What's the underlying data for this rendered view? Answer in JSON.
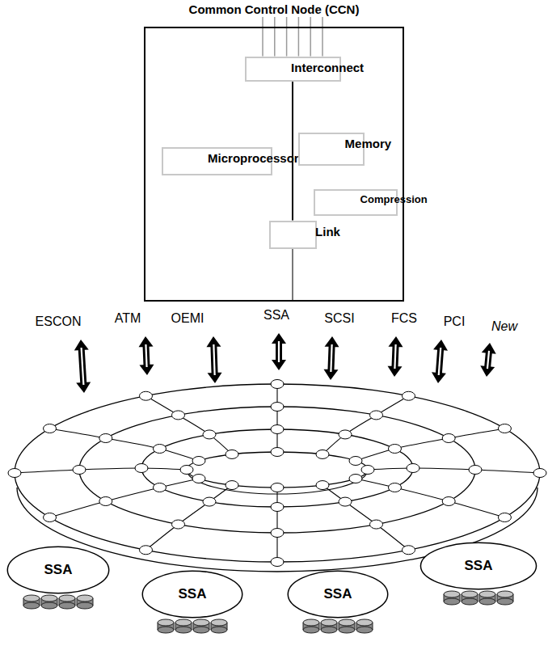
{
  "diagram": {
    "nodes": [
      {
        "text": [
          "Common Control Node (CCN)"
        ]
      },
      {
        "text": [
          "Interconnect"
        ],
        "in": 0
      },
      {
        "text": [
          "Microprocessor"
        ],
        "in": 0
      },
      {
        "text": [
          "Memory"
        ],
        "in": 0
      },
      {
        "text": [
          "Compression"
        ],
        "in": 0
      },
      {
        "text": [
          "Link"
        ],
        "in": 0
      },
      {
        "text": [
          "SSA"
        ]
      },
      {
        "text": [
          "SSA"
        ]
      },
      {
        "text": [
          "SSA"
        ]
      },
      {
        "text": [
          "SSA"
        ]
      }
    ],
    "edges": [
      {
        "from": 1,
        "to": 5,
        "arrow": "none"
      }
    ],
    "labels": [
      "ESCON",
      "ATM",
      "OEMI",
      "SSA",
      "SCSI",
      "FCS",
      "PCI",
      "New"
    ]
  }
}
